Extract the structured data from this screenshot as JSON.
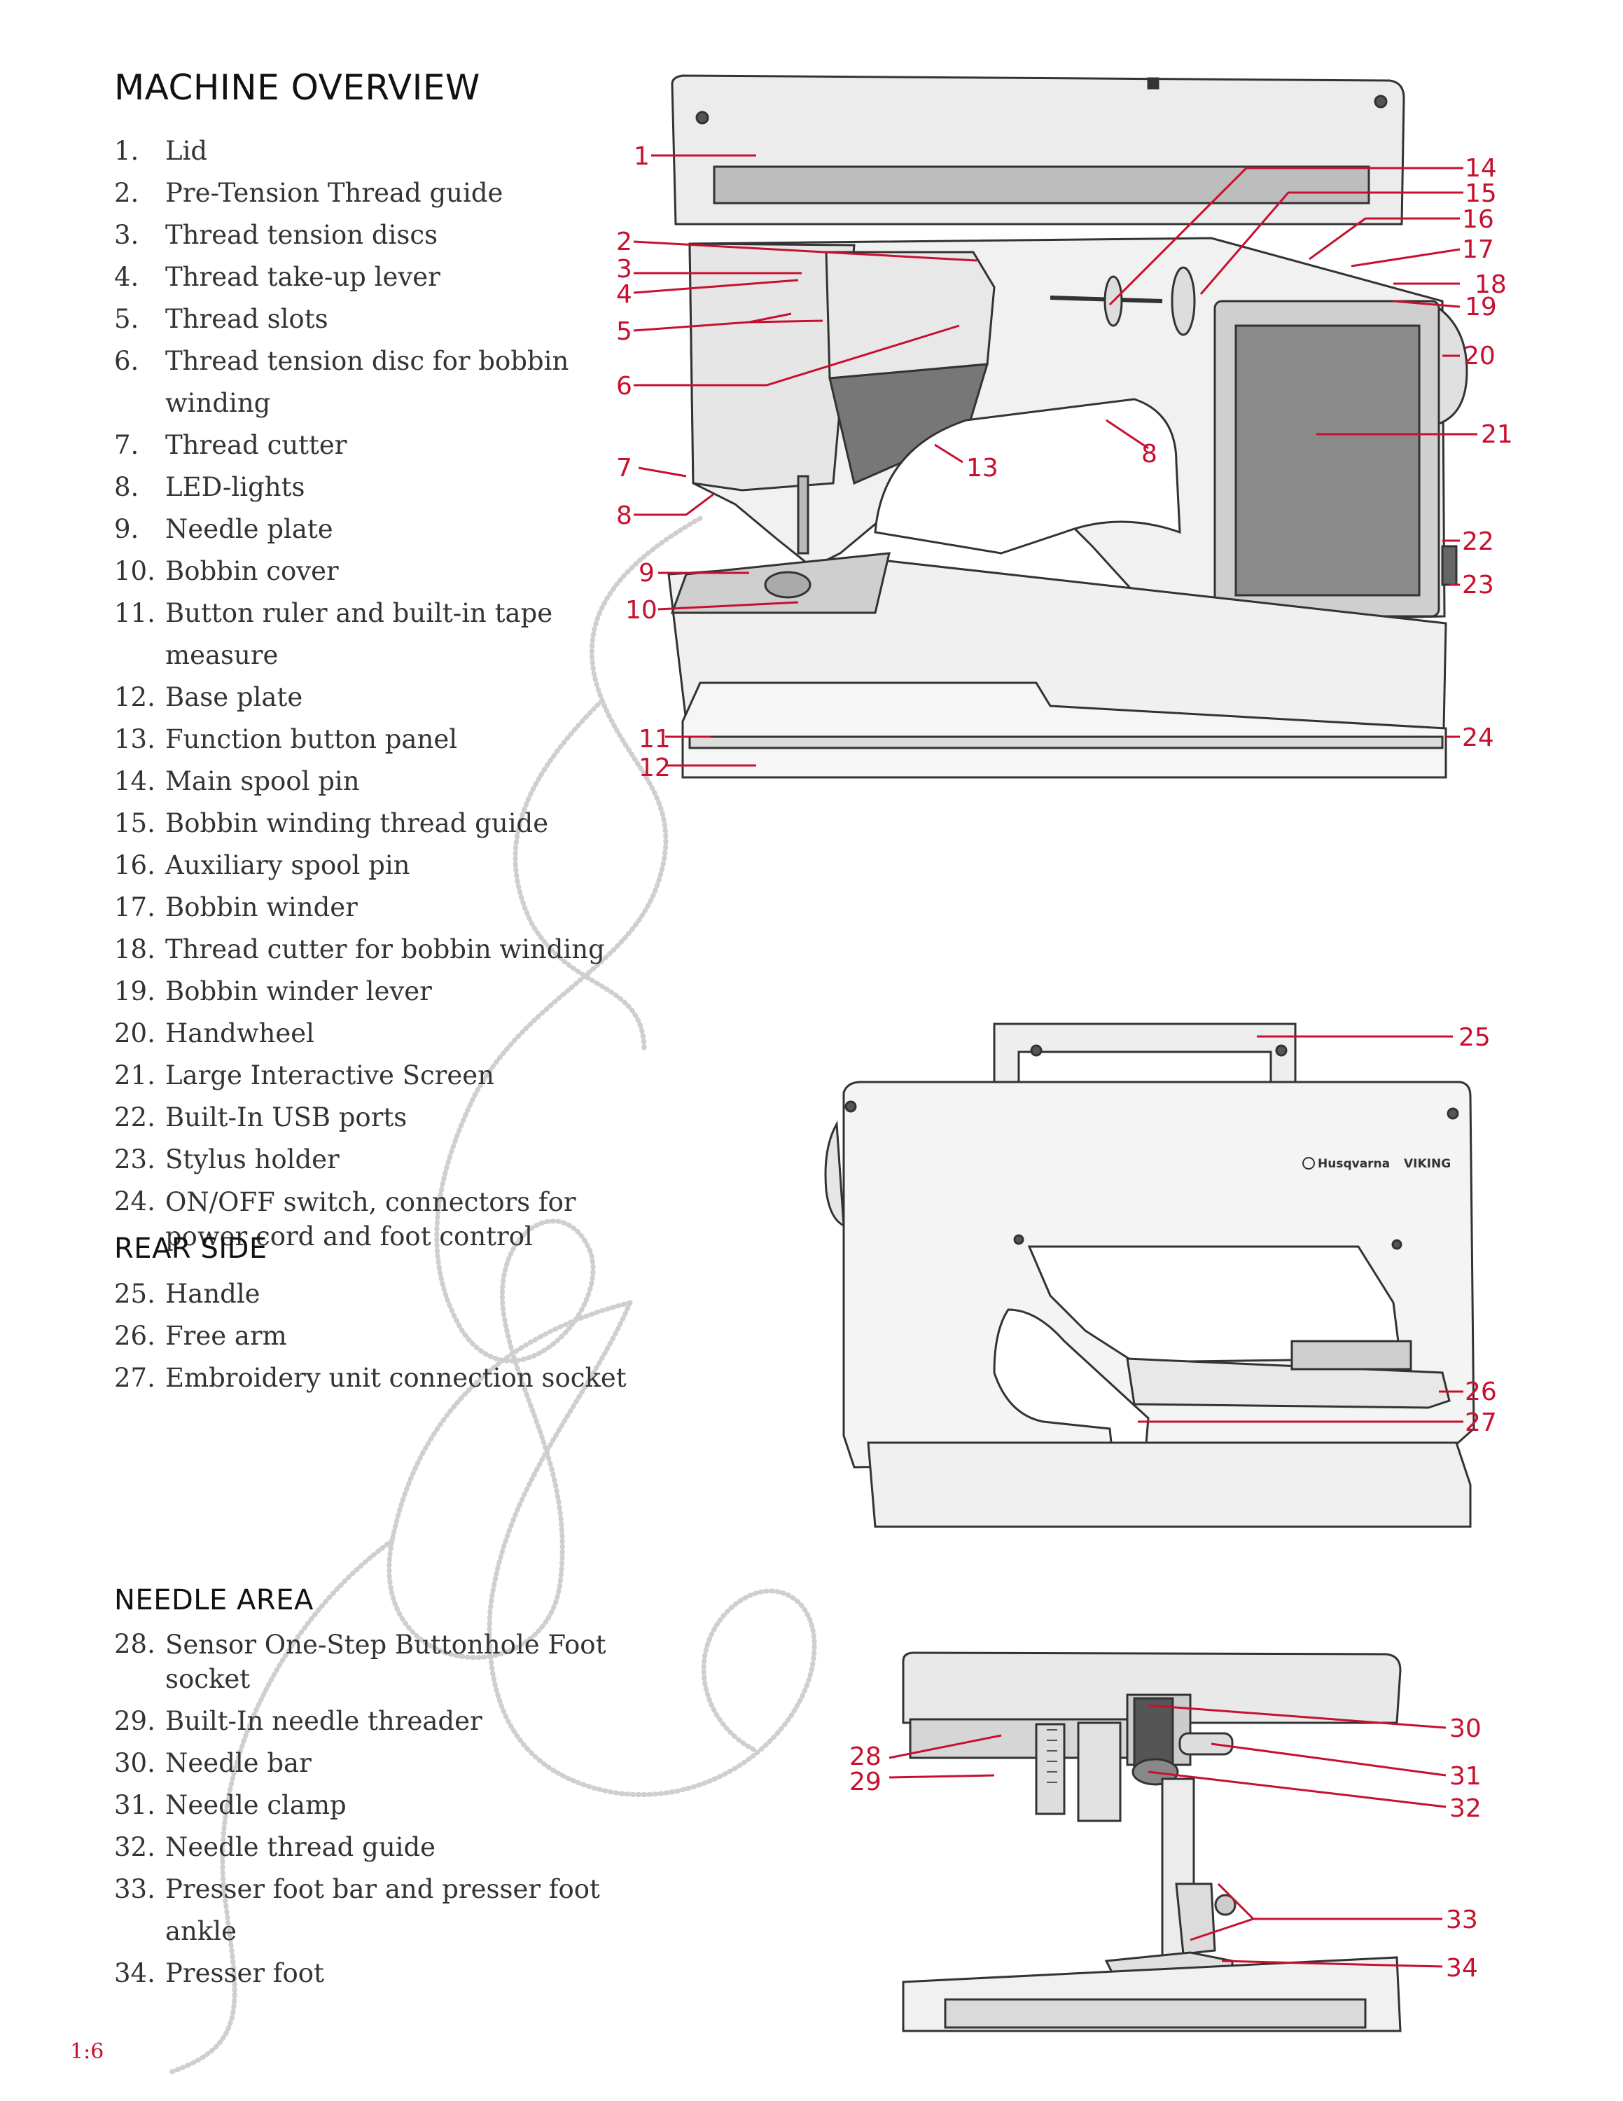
{
  "sections": {
    "overview": {
      "title": "MACHINE OVERVIEW",
      "items": [
        {
          "num": "1.",
          "text": "Lid"
        },
        {
          "num": "2.",
          "text": "Pre-Tension Thread guide"
        },
        {
          "num": "3.",
          "text": "Thread tension discs"
        },
        {
          "num": "4.",
          "text": "Thread take-up lever"
        },
        {
          "num": "5.",
          "text": "Thread slots"
        },
        {
          "num": "6.",
          "text": "Thread tension disc for bobbin winding"
        },
        {
          "num": "7.",
          "text": "Thread cutter"
        },
        {
          "num": "8.",
          "text": "LED-lights"
        },
        {
          "num": "9.",
          "text": "Needle plate"
        },
        {
          "num": "10.",
          "text": "Bobbin cover"
        },
        {
          "num": "11.",
          "text": "Button ruler and built-in tape measure"
        },
        {
          "num": "12.",
          "text": "Base plate"
        },
        {
          "num": "13.",
          "text": "Function button panel"
        },
        {
          "num": "14.",
          "text": "Main spool pin"
        },
        {
          "num": "15.",
          "text": "Bobbin winding thread guide"
        },
        {
          "num": "16.",
          "text": "Auxiliary spool pin"
        },
        {
          "num": "17.",
          "text": "Bobbin winder"
        },
        {
          "num": "18.",
          "text": "Thread cutter for bobbin winding"
        },
        {
          "num": "19.",
          "text": "Bobbin winder lever"
        },
        {
          "num": "20.",
          "text": "Handwheel"
        },
        {
          "num": "21.",
          "text": "Large Interactive Screen"
        },
        {
          "num": "22.",
          "text": "Built-In USB ports"
        },
        {
          "num": "23.",
          "text": "Stylus holder"
        },
        {
          "num": "24.",
          "text": "ON/OFF switch, connectors for power cord and foot control"
        }
      ]
    },
    "rear": {
      "title": "REAR SIDE",
      "items": [
        {
          "num": "25.",
          "text": "Handle"
        },
        {
          "num": "26.",
          "text": "Free arm"
        },
        {
          "num": "27.",
          "text": "Embroidery unit connection socket"
        }
      ]
    },
    "needle": {
      "title": "NEEDLE AREA",
      "items": [
        {
          "num": "28.",
          "text": "Sensor One-Step Buttonhole Foot socket"
        },
        {
          "num": "29.",
          "text": "Built-In needle threader"
        },
        {
          "num": "30.",
          "text": "Needle bar"
        },
        {
          "num": "31.",
          "text": "Needle clamp"
        },
        {
          "num": "32.",
          "text": "Needle thread guide"
        },
        {
          "num": "33.",
          "text": "Presser foot bar and presser foot ankle"
        },
        {
          "num": "34.",
          "text": "Presser foot"
        }
      ]
    }
  },
  "callouts": {
    "front": [
      "1",
      "2",
      "3",
      "4",
      "5",
      "6",
      "7",
      "8",
      "9",
      "10",
      "11",
      "12",
      "13",
      "8",
      "14",
      "15",
      "16",
      "17",
      "18",
      "19",
      "20",
      "21",
      "22",
      "23",
      "24"
    ],
    "rear": [
      "25",
      "26",
      "27"
    ],
    "needle": [
      "28",
      "29",
      "30",
      "31",
      "32",
      "33",
      "34"
    ]
  },
  "brand": {
    "logo": "Husqvarna",
    "name": "VIKING"
  },
  "page_number": "1:6",
  "colors": {
    "accent": "#c8102e",
    "text": "#333333"
  }
}
